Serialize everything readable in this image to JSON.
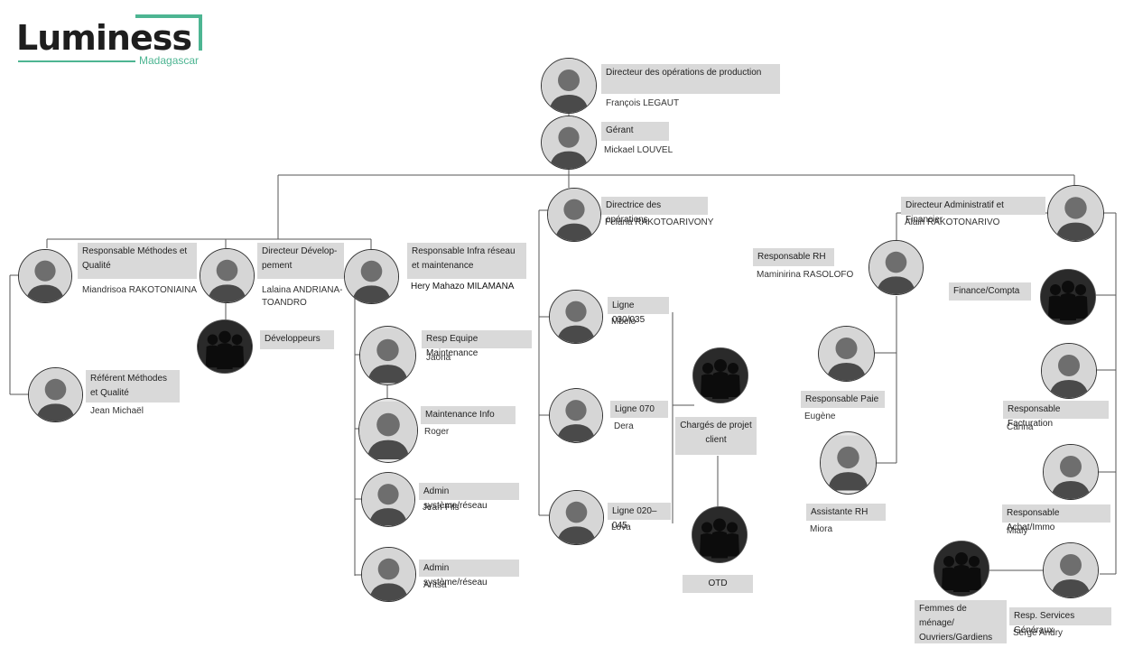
{
  "logo": {
    "word": "Luminess",
    "sub": "Madagascar"
  },
  "nodes": {
    "dop": {
      "role": "Directeur des opérations de production",
      "name": "François LEGAUT"
    },
    "gerant": {
      "role": "Gérant",
      "name": "Mickael LOUVEL"
    },
    "rmq": {
      "role": "Responsable Méthodes et Qualité",
      "name": "Miandrisoa RAKOTONIAINA"
    },
    "rfmq": {
      "role": "Référent Méthodes et Qualité",
      "name": "Jean Michaël"
    },
    "ddev": {
      "role": "Directeur Dévelop-pement",
      "name": "Lalaina ANDRIANA-TOANDRO"
    },
    "devs": {
      "role": "Développeurs"
    },
    "rinfra": {
      "role": "Responsable Infra réseau et maintenance",
      "name": "Hery Mahazo MILAMANA"
    },
    "rem": {
      "role": "Resp Equipe Maintenance",
      "name": "Jaona"
    },
    "minfo": {
      "role": "Maintenance Info",
      "name": "Roger"
    },
    "adm1": {
      "role": "Admin système/réseau",
      "name": "Jean-Fils"
    },
    "adm2": {
      "role": "Admin système/réseau",
      "name": "Antsa"
    },
    "dops": {
      "role": "Directrice des opérations",
      "name": "Felana RAKOTOARIVONY"
    },
    "l030": {
      "role": "Ligne 030/035",
      "name": "Mbelo"
    },
    "l070": {
      "role": "Ligne 070",
      "name": "Dera"
    },
    "l020": {
      "role": "Ligne 020–045",
      "name": "Lova"
    },
    "cpc": {
      "role": "Chargés de projet client"
    },
    "otd": {
      "role": "OTD"
    },
    "rrh": {
      "role": "Responsable RH",
      "name": "Maminirina RASOLOFO"
    },
    "rpaie": {
      "role": "Responsable Paie",
      "name": "Eugène"
    },
    "arh": {
      "role": "Assistante RH",
      "name": "Miora"
    },
    "daf": {
      "role": "Directeur Administratif et Financier",
      "name": "Alain RAKOTONARIVO"
    },
    "fc": {
      "role": "Finance/Compta"
    },
    "rfact": {
      "role": "Responsable Facturation",
      "name": "Carina"
    },
    "rachat": {
      "role": "Responsable Achat/Immo",
      "name": "Mialy"
    },
    "rsg": {
      "role": "Resp. Services Généraux",
      "name": "Serge Andry"
    },
    "fem": {
      "role": "Femmes de ménage/ Ouvriers/Gardiens"
    }
  }
}
